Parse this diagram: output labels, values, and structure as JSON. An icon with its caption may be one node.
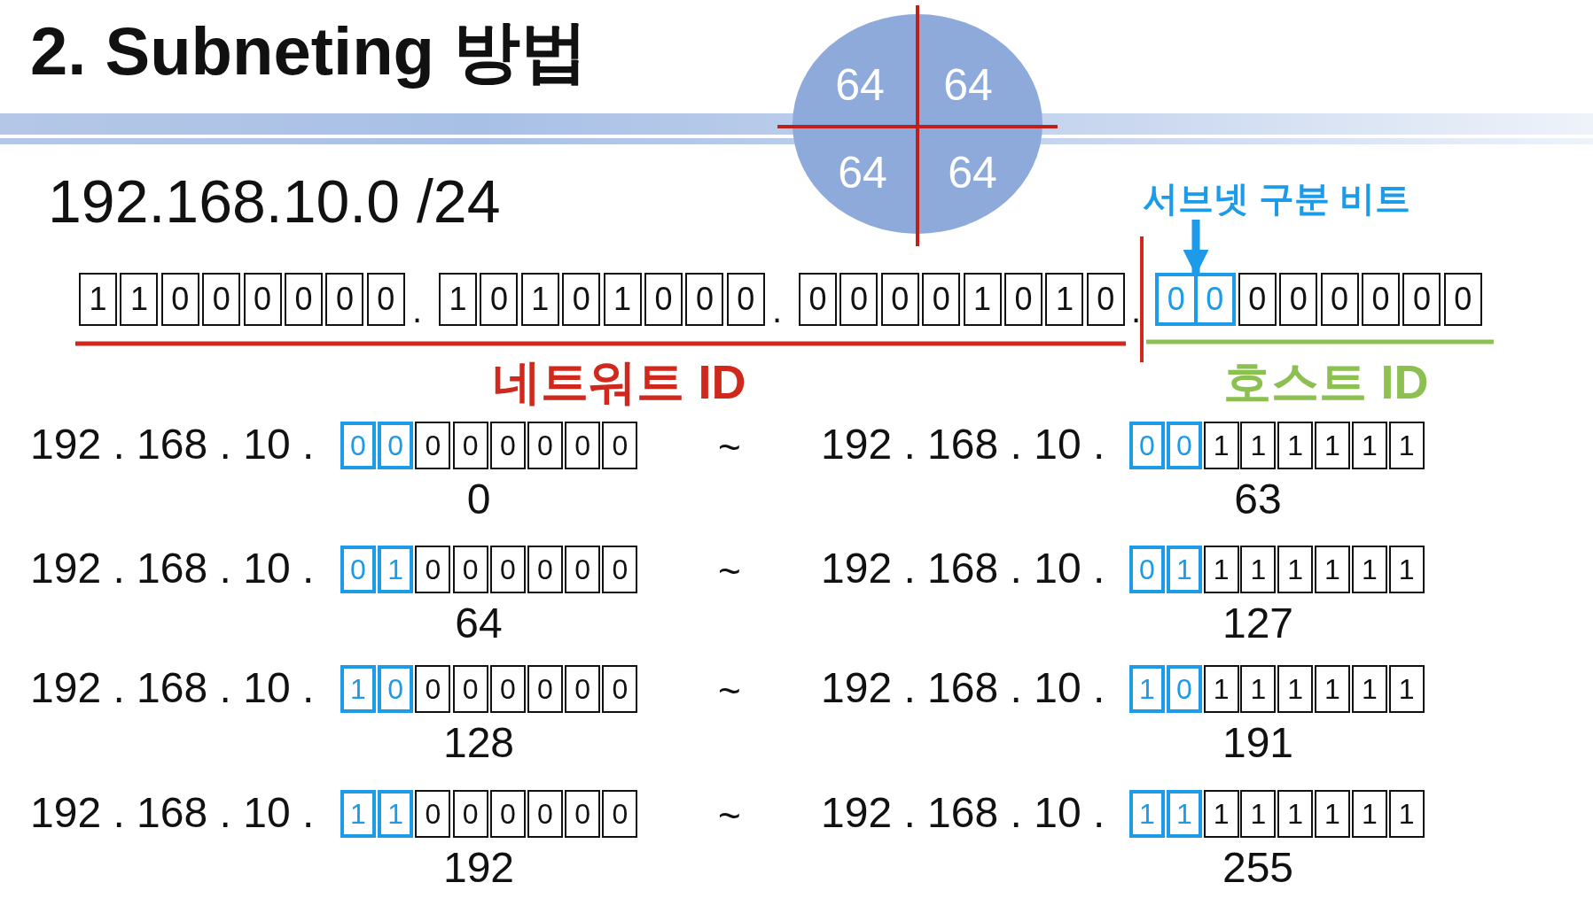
{
  "diagram": {
    "title": "2. Subneting 방법",
    "nodes": [
      {
        "text": [
          "64",
          "64",
          "64",
          "64"
        ]
      },
      {
        "text": [
          "서브넷 구분 비트"
        ]
      },
      {
        "text": [],
        "shape": "box"
      }
    ],
    "edges": [
      {
        "from": 1,
        "to": 2,
        "arrow": "to"
      }
    ],
    "labels": [
      "192.168.10.0 /24",
      "1",
      "1",
      "0",
      "0",
      "0",
      "0",
      "0",
      "0",
      ".",
      "1",
      "0",
      "1",
      "0",
      "1",
      "0",
      "0",
      "0",
      ".",
      "0",
      "0",
      "0",
      "0",
      "1",
      "0",
      "1",
      "0",
      ".",
      "0",
      "0",
      "0",
      "0",
      "0",
      "0",
      "0",
      "0",
      "네트워트 ID",
      "호스트 ID",
      "192 . 168 . 10 .",
      "0",
      "0",
      "0",
      "0",
      "0",
      "0",
      "0",
      "0",
      "~",
      "192 . 168 . 10 .",
      "0",
      "0",
      "1",
      "1",
      "1",
      "1",
      "1",
      "1",
      "0",
      "63",
      "192 . 168 . 10 .",
      "0",
      "1",
      "0",
      "0",
      "0",
      "0",
      "0",
      "0",
      "~",
      "192 . 168 . 10 .",
      "0",
      "1",
      "1",
      "1",
      "1",
      "1",
      "1",
      "1",
      "64",
      "127",
      "192 . 168 . 10 .",
      "1",
      "0",
      "0",
      "0",
      "0",
      "0",
      "0",
      "0",
      "~",
      "192 . 168 . 10 .",
      "1",
      "0",
      "1",
      "1",
      "1",
      "1",
      "1",
      "1",
      "128",
      "191",
      "192 . 168 . 10 .",
      "1",
      "1",
      "0",
      "0",
      "0",
      "0",
      "0",
      "0",
      "~",
      "192 . 168 . 10 .",
      "1",
      "1",
      "1",
      "1",
      "1",
      "1",
      "1",
      "1",
      "192",
      "255"
    ]
  }
}
